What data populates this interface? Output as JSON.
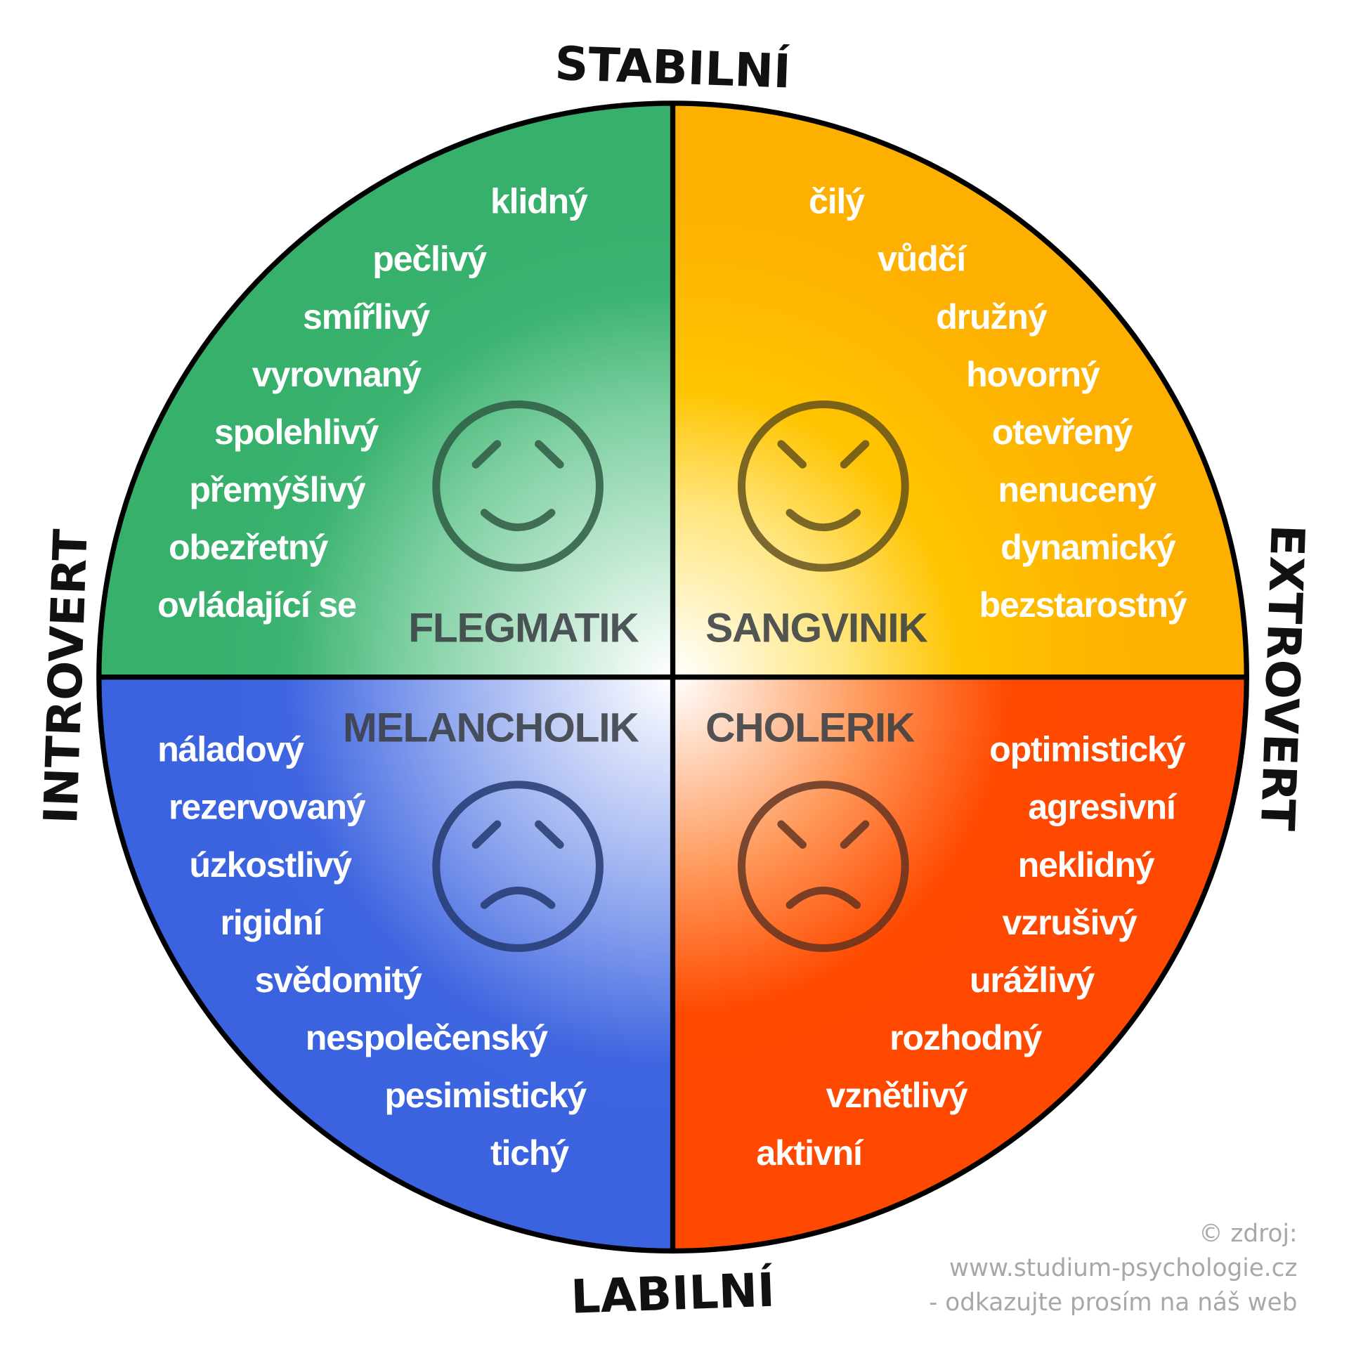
{
  "axes": {
    "top": "STABILNÍ",
    "bottom": "LABILNÍ",
    "left": "INTROVERT",
    "right": "EXTROVERT"
  },
  "quadrants": [
    {
      "id": "flegmatik",
      "type": "FLEGMATIK",
      "mood": "content",
      "color": "#3cb371",
      "traits": [
        "klidný",
        "pečlivý",
        "smířlivý",
        "vyrovnaný",
        "spolehlivý",
        "přemýšlivý",
        "obezřetný",
        "ovládající se"
      ]
    },
    {
      "id": "sangvinik",
      "type": "SANGVINIK",
      "mood": "happy",
      "color": "#fdb000",
      "traits": [
        "čilý",
        "vůdčí",
        "družný",
        "hovorný",
        "otevřený",
        "nenucený",
        "dynamický",
        "bezstarostný"
      ]
    },
    {
      "id": "melancholik",
      "type": "MELANCHOLIK",
      "mood": "sad",
      "color": "#3f66e0",
      "traits": [
        "náladový",
        "rezervovaný",
        "úzkostlivý",
        "rigidní",
        "svědomitý",
        "nespolečenský",
        "pesimistický",
        "tichý"
      ]
    },
    {
      "id": "cholerik",
      "type": "CHOLERIK",
      "mood": "angry",
      "color": "#ff4a00",
      "traits": [
        "optimistický",
        "agresivní",
        "neklidný",
        "vzrušivý",
        "urážlivý",
        "rozhodný",
        "vznětlivý",
        "aktivní"
      ]
    }
  ],
  "credit": [
    "© zdroj:",
    "www.studium-psychologie.cz",
    "- odkazujte prosím na náš web"
  ]
}
